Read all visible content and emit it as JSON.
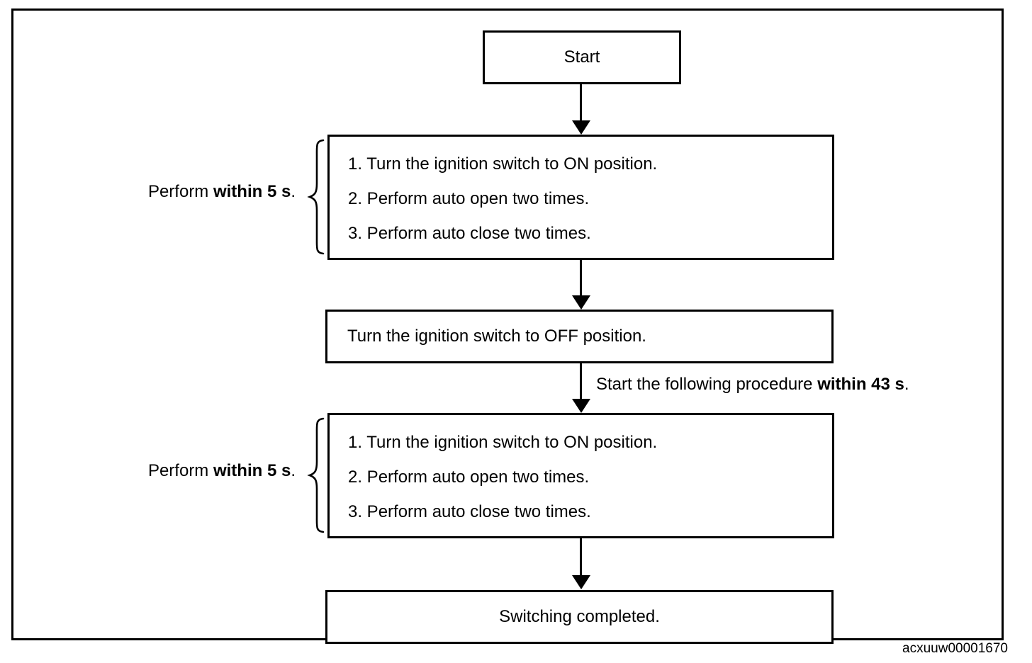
{
  "colors": {
    "ink": "#000000",
    "paper": "#ffffff"
  },
  "flowchart": {
    "start": {
      "label": "Start"
    },
    "procedure_steps": [
      "1. Turn the ignition switch to ON position.",
      "2. Perform auto open two times.",
      "3. Perform auto close two times."
    ],
    "perform_label": {
      "prefix": "Perform ",
      "bold": "within 5 s",
      "suffix": "."
    },
    "off_step": {
      "label": "Turn the ignition switch to OFF position."
    },
    "arrow_note": {
      "prefix": "Start the following procedure ",
      "bold": "within 43 s",
      "suffix": "."
    },
    "end": {
      "label": "Switching completed."
    }
  },
  "figure": {
    "id": "acxuuw00001670"
  }
}
